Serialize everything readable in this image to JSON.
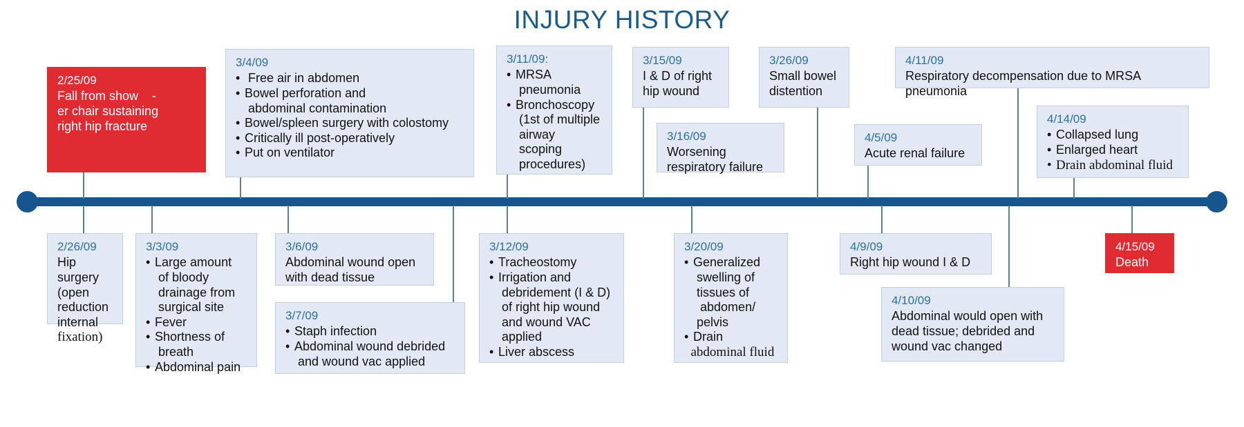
{
  "title": "INJURY HISTORY",
  "colors": {
    "title_blue": "#1b5b8a",
    "axis_blue": "#16558d",
    "card_bg": "#e2e8f4",
    "card_border": "#c4cede",
    "date_blue": "#2d6f9e",
    "alert_red": "#e02b33",
    "stem": "#5b7f99"
  },
  "timeline": {
    "axis_label": "injury-timeline-axis",
    "events": [
      {
        "id": "e-2-25-09",
        "date": "2/25/09",
        "style": "red",
        "position": "above",
        "lines": [
          "Fall from show    -",
          "er chair sustaining",
          "right hip fracture"
        ],
        "bullets": []
      },
      {
        "id": "e-2-26-09",
        "date": "2/26/09",
        "style": "normal",
        "position": "below",
        "lines": [
          "Hip surgery",
          "(open",
          "reduction",
          "internal",
          "fixation)"
        ],
        "bullets": []
      },
      {
        "id": "e-3-3-09",
        "date": "3/3/09",
        "style": "normal",
        "position": "below",
        "lines": [],
        "bullets": [
          "Large amount\n of bloody\n drainage from\n surgical site",
          "Fever",
          "Shortness of\n breath",
          "Abdominal pain"
        ]
      },
      {
        "id": "e-3-4-09",
        "date": "3/4/09",
        "style": "normal",
        "position": "above",
        "lines": [],
        "bullets": [
          " Free air in abdomen",
          "Bowel perforation and\n abdominal contamination",
          "Bowel/spleen surgery with colostomy",
          "Critically ill post-operatively",
          "Put on ventilator"
        ]
      },
      {
        "id": "e-3-6-09",
        "date": "3/6/09",
        "style": "normal",
        "position": "below",
        "lines": [
          "Abdominal wound open",
          "with dead tissue"
        ],
        "bullets": []
      },
      {
        "id": "e-3-7-09",
        "date": "3/7/09",
        "style": "normal",
        "position": "below",
        "lines": [],
        "bullets": [
          "Staph infection",
          "Abdominal wound debrided\n and wound vac applied"
        ]
      },
      {
        "id": "e-3-11-09",
        "date": "3/11/09:",
        "style": "normal",
        "position": "above",
        "lines": [],
        "bullets": [
          "MRSA\n pneumonia",
          "Bronchoscopy\n (1st of multiple\n airway\n scoping\n procedures)"
        ]
      },
      {
        "id": "e-3-12-09",
        "date": "3/12/09",
        "style": "normal",
        "position": "below",
        "lines": [],
        "bullets": [
          "Tracheostomy",
          "Irrigation and\n debridement (I & D)\n of right hip wound\n and wound VAC\n applied",
          "Liver abscess"
        ]
      },
      {
        "id": "e-3-15-09",
        "date": "3/15/09",
        "style": "normal",
        "position": "above",
        "lines": [
          "I & D of right",
          "hip wound"
        ],
        "bullets": []
      },
      {
        "id": "e-3-16-09",
        "date": "3/16/09",
        "style": "normal",
        "position": "above",
        "lines": [
          "Worsening",
          "respiratory failure"
        ],
        "bullets": []
      },
      {
        "id": "e-3-20-09",
        "date": "3/20/09",
        "style": "normal",
        "position": "below",
        "lines": [],
        "bullets": [
          "Generalized\n swelling of\n tissues of\n  abdomen/\n pelvis",
          "Drain"
        ],
        "serif_tail": "  abdominal fluid"
      },
      {
        "id": "e-3-26-09",
        "date": "3/26/09",
        "style": "normal",
        "position": "above",
        "lines": [
          "Small bowel",
          "distention"
        ],
        "bullets": []
      },
      {
        "id": "e-4-5-09",
        "date": "4/5/09",
        "style": "normal",
        "position": "above",
        "lines": [
          "Acute renal failure"
        ],
        "bullets": []
      },
      {
        "id": "e-4-9-09",
        "date": "4/9/09",
        "style": "normal",
        "position": "below",
        "lines": [
          "Right hip wound I & D"
        ],
        "bullets": []
      },
      {
        "id": "e-4-10-09",
        "date": "4/10/09",
        "style": "normal",
        "position": "below",
        "lines": [
          "Abdominal would open with",
          "dead tissue; debrided and",
          "wound vac changed"
        ],
        "bullets": []
      },
      {
        "id": "e-4-11-09",
        "date": "4/11/09",
        "style": "normal",
        "position": "above",
        "lines": [
          "Respiratory decompensation due to MRSA pneumonia"
        ],
        "bullets": []
      },
      {
        "id": "e-4-14-09",
        "date": "4/14/09",
        "style": "normal",
        "position": "above",
        "lines": [],
        "bullets": [
          "Collapsed lung",
          "Enlarged heart"
        ],
        "serif_bullets": [
          "Drain abdominal fluid"
        ]
      },
      {
        "id": "e-4-15-09",
        "date": "4/15/09",
        "style": "red",
        "position": "below",
        "lines": [
          "Death"
        ],
        "bullets": []
      }
    ]
  }
}
